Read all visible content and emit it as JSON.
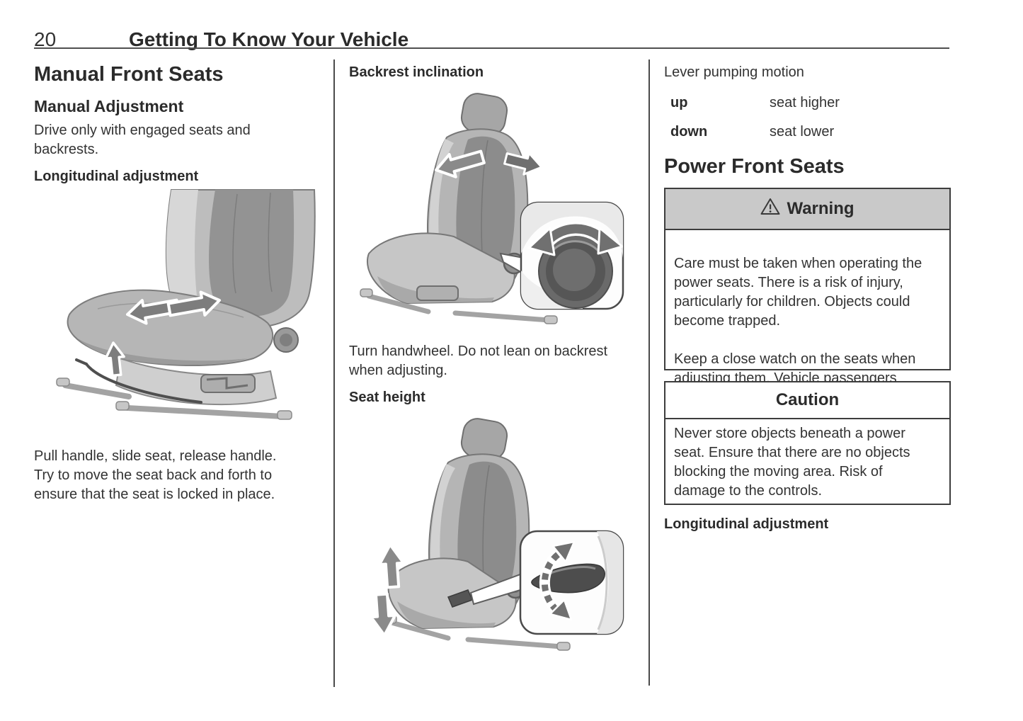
{
  "page": {
    "number": "20",
    "title": "Getting To Know Your Vehicle"
  },
  "manual_front_seats": {
    "heading": "Manual Front Seats",
    "subheading": "Manual Adjustment",
    "intro": "Drive only with engaged seats and\nbackrests.",
    "longitudinal_heading": "Longitudinal adjustment",
    "longitudinal_body": "Pull handle, slide seat, release handle.\nTry to move the seat back and forth to\nensure that the seat is locked in place.",
    "backrest_heading": "Backrest inclination",
    "backrest_body": "Turn handwheel. Do not lean on backrest\nwhen adjusting.",
    "seat_height_heading": "Seat height"
  },
  "lever_pumping": {
    "label": "Lever pumping motion",
    "rows": [
      {
        "key": "up",
        "value": "seat higher"
      },
      {
        "key": "down",
        "value": "seat lower"
      }
    ]
  },
  "power_front_seats": {
    "heading": "Power Front Seats",
    "warning": {
      "title": "Warning",
      "icon": "warning-triangle-icon",
      "p1": "Care must be taken when operating the\npower seats. There is a risk of injury,\nparticularly for children. Objects could\nbecome trapped.",
      "p2": "Keep a close watch on the seats when\nadjusting them. Vehicle passengers\nshould be informed accordingly."
    },
    "caution": {
      "title": "Caution",
      "body": "Never store objects beneath a power\nseat. Ensure that there are no objects\nblocking the moving area. Risk of\ndamage to the controls."
    },
    "longitudinal_heading": "Longitudinal adjustment"
  },
  "colors": {
    "warning_header_bg": "#c9c9c9",
    "box_border": "#3d3d3d",
    "divider": "#4a4a4a",
    "text": "#2e2e2e"
  }
}
